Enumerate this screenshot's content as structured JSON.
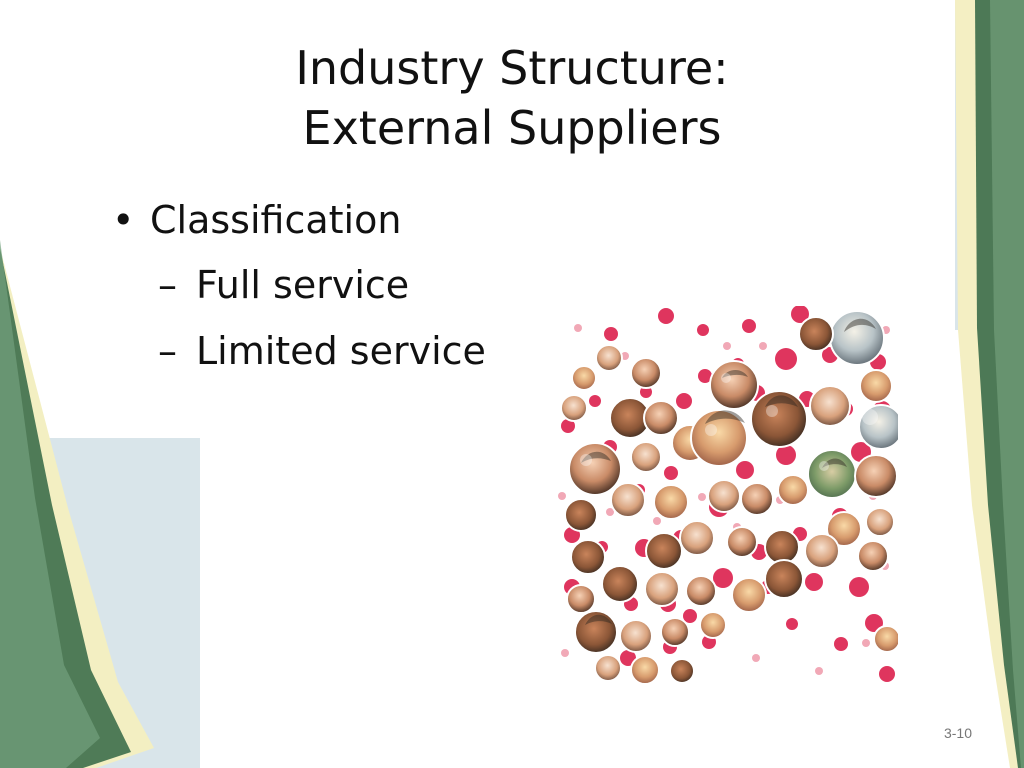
{
  "slide": {
    "title_line_1": "Industry Structure:",
    "title_line_2": "External Suppliers",
    "bullet_marker": "•",
    "bullet_text": "Classification",
    "dash_marker": "–",
    "subitems": [
      "Full service",
      "Limited service"
    ],
    "page_number": "3-10"
  },
  "colors": {
    "dark_green": "#4f7a56",
    "light_green": "#78a482",
    "cream": "#f2eec0",
    "pale_blue": "#d8e4e9",
    "white": "#ffffff",
    "crimson": "#d91f4c",
    "text": "#111111"
  },
  "icons": {
    "bullet": "bullet-dot",
    "subitem": "dash",
    "image": "people-collage"
  }
}
